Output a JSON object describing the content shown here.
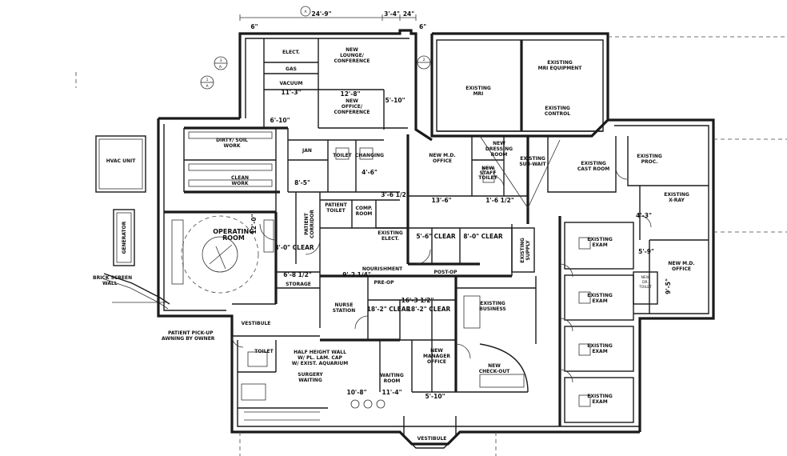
{
  "outside": {
    "hvac": "HVAC UNIT",
    "generator": "GENERATOR",
    "brick_wall": [
      "BRICK SCREEN",
      "WALL"
    ],
    "pickup": [
      "PATIENT PICK-UP",
      "AWNING BY OWNER"
    ]
  },
  "rooms": {
    "elect_top": "ELECT.",
    "new_lounge": [
      "NEW",
      "LOUNGE/",
      "CONFERENCE"
    ],
    "gas": "GAS",
    "vacuum": "VACUUM",
    "new_office_conf": [
      "NEW",
      "OFFICE/",
      "CONFERENCE"
    ],
    "dirty_soil": [
      "DIRTY/ SOIL",
      "WORK"
    ],
    "clean_work": [
      "CLEAN",
      "WORK"
    ],
    "toilet_top": "TOILET",
    "janitor": "JAN",
    "changing": "CHANGING",
    "patient_corridor": [
      "PATIENT",
      "CORRIDOR"
    ],
    "patient_toilet": [
      "PATIENT",
      "TOILET"
    ],
    "comp_room": [
      "COMP.",
      "ROOM"
    ],
    "operating_room": [
      "OPERATING",
      "ROOM"
    ],
    "storage": "STORAGE",
    "existing_elect": [
      "EXISTING",
      "ELECT."
    ],
    "nourishment": "NOURISHMENT",
    "post_op": "POST-OP",
    "pre_op": "PRE-OP",
    "nurse_station": [
      "NURSE",
      "STATION"
    ],
    "vestibule_left": "VESTIBULE",
    "toilet_bottom": "TOILET",
    "half_wall": [
      "HALF HEIGHT WALL",
      "W/ PL. LAM. CAP",
      "W/ EXIST. AQUARIUM"
    ],
    "surgery_waiting": [
      "SURGERY",
      "WAITING"
    ],
    "waiting_room": [
      "WAITING",
      "ROOM"
    ],
    "new_manager": [
      "NEW",
      "MANAGER",
      "OFFICE"
    ],
    "existing_business": [
      "EXISTING",
      "BUSINESS"
    ],
    "new_checkout": [
      "NEW",
      "CHECK-OUT"
    ],
    "vestibule_bottom": "VESTIBULE",
    "existing_mri": [
      "EXISTING",
      "MRI"
    ],
    "existing_mri_equipment": [
      "EXISTING",
      "MRI EQUIPMENT"
    ],
    "existing_control": [
      "EXISTING",
      "CONTROL"
    ],
    "new_md_office_top": [
      "NEW M.D.",
      "OFFICE"
    ],
    "new_dressing": [
      "NEW",
      "DRESSING",
      "ROOM"
    ],
    "new_staff_toilet": [
      "NEW",
      "STAFF",
      "TOILET"
    ],
    "existing_sub_wait": [
      "EXISTING",
      "SUB-WAIT"
    ],
    "existing_cast": [
      "EXISTING",
      "CAST ROOM"
    ],
    "existing_proc": [
      "EXISTING",
      "PROC."
    ],
    "existing_xray": [
      "EXISTING",
      "X-RAY"
    ],
    "existing_supply": [
      "EXISTING",
      "SUPPLY"
    ],
    "existing_exam_1": [
      "EXISTING",
      "EXAM"
    ],
    "existing_exam_2": [
      "EXISTING",
      "EXAM"
    ],
    "existing_exam_3": [
      "EXISTING",
      "EXAM"
    ],
    "existing_exam_4": [
      "EXISTING",
      "EXAM"
    ],
    "new_md_office_right": [
      "NEW M.D.",
      "OFFICE"
    ],
    "new_dr_toilet": [
      "NEW",
      "DR.",
      "TOILET"
    ]
  },
  "dims": {
    "top_a": "24'-9\"",
    "top_b": "3'-4\"",
    "top_c": "24\"",
    "d6a": "6\"",
    "d6b": "6\"",
    "d12_8": "12'-8\"",
    "d5_10": "5'-10\"",
    "d11_3": "11'-3\"",
    "d6_10": "6'-10\"",
    "d4_6": "4'-6\"",
    "d8_5": "8'-5\"",
    "d3_6_half": "3'-6 1/2\"",
    "d13_6": "13'-6\"",
    "d1_6_half": "1'-6 1/2\"",
    "d8_clear_or": "8'-0\" CLEAR",
    "d5_6_clear": "5'-6\" CLEAR",
    "d8_0_clear": "8'-0\" CLEAR",
    "d6_8_half": "6'-8 1/2\"",
    "d9_2_quarter": "9'-2 1/4\"",
    "d16_3_half": "16'-3 1/2\"",
    "d18_2_clear_a": "18'-2\" CLEAR",
    "d18_2_clear_b": "18'-2\" CLEAR",
    "d10_8": "10'-8\"",
    "d11_4": "11'-4\"",
    "d5_10b": "5'-10\"",
    "d4_3": "4'-3\"",
    "d5_9": "5'-9\"",
    "d9_5": "9'-5\"",
    "d12_0": "12'-0\""
  },
  "markers": {
    "sec_a_top": "A",
    "sec_a_mid": "A",
    "sec_ref": "A-",
    "num_1": "1",
    "num_2": "2",
    "num_3": "3"
  }
}
